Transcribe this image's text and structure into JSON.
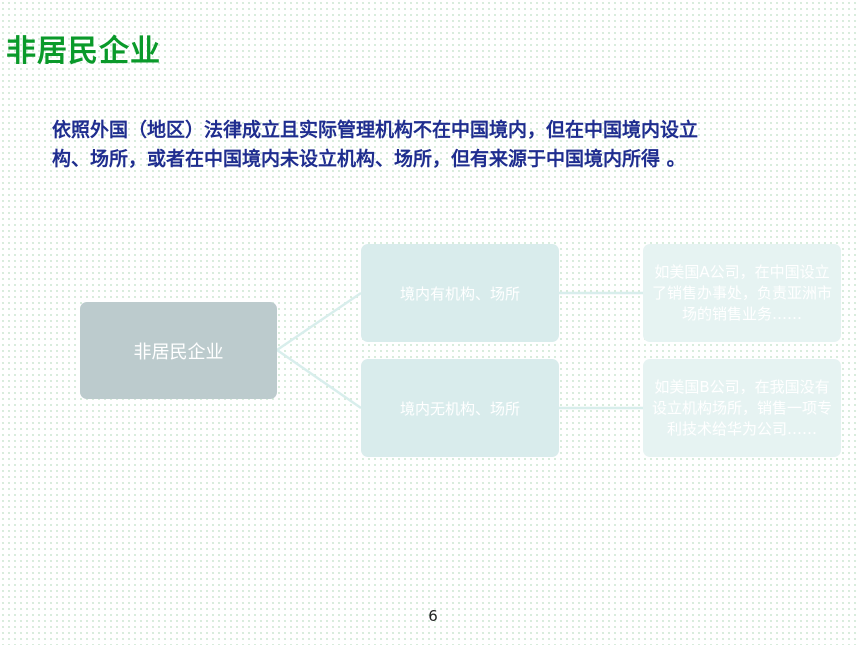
{
  "slide": {
    "title": "非居民企业",
    "definition_line1": "依照外国（地区）法律成立且实际管理机构不在中国境内，但在中国境内设立",
    "definition_line2": "构、场所，或者在中国境内未设立机构、场所，但有来源于中国境内所得 。",
    "page_number": "6"
  },
  "diagram": {
    "root": "非居民企业",
    "branches": [
      {
        "label": "境内有机构、场所",
        "example": "如美国A公司，在中国设立了销售办事处，负责亚洲市场的销售业务……"
      },
      {
        "label": "境内无机构、场所",
        "example": "如美国B公司，在我国没有设立机构场所，销售一项专利技术给华为公司……"
      }
    ]
  },
  "colors": {
    "title": "#0a9a2a",
    "definition": "#1f2d8f",
    "root_box": "#bccbcd",
    "branch_box": "#d9ecec",
    "leaf_box": "#e6f3f2",
    "connector": "#d8eeec",
    "dot_pattern": "#cfe8d4"
  }
}
